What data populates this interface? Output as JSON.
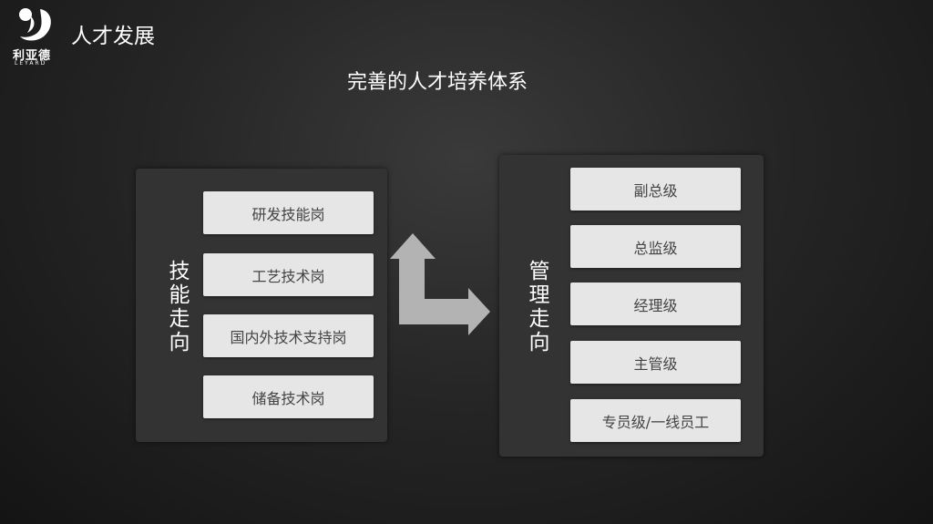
{
  "header": {
    "brand_cn": "利亚德",
    "brand_en": "LEYARD",
    "section_title": "人才发展"
  },
  "main_title": "完善的人才培养体系",
  "left_track": {
    "label": "技能走向",
    "label_chars": [
      "技",
      "能",
      "走",
      "向"
    ],
    "items": [
      "研发技能岗",
      "工艺技术岗",
      "国内外技术支持岗",
      "储备技术岗"
    ]
  },
  "right_track": {
    "label": "管理走向",
    "label_chars": [
      "管",
      "理",
      "走",
      "向"
    ],
    "items": [
      "副总级",
      "总监级",
      "经理级",
      "主管级",
      "专员级/一线员工"
    ]
  },
  "colors": {
    "background": "#262626",
    "panel": "#333333",
    "box": "#e6e6e6",
    "arrow": "#b3b3b3"
  }
}
